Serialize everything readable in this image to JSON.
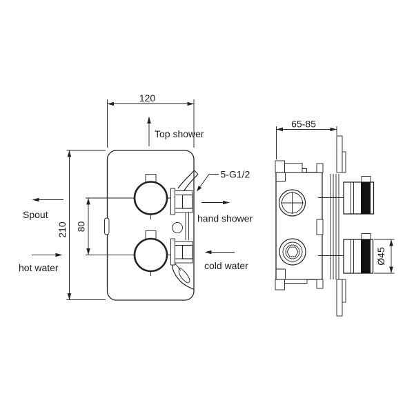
{
  "colors": {
    "line": "#222222",
    "handle_band": "#111111",
    "background": "#ffffff"
  },
  "front_view": {
    "dim_width": "120",
    "dim_height": "210",
    "dim_handle_spacing": "80",
    "label_top_shower": "Top shower",
    "label_spout": "Spout",
    "label_hot_water": "hot water",
    "label_hand_shower": "hand shower",
    "label_cold_water": "cold water",
    "label_thread": "5-G1/2"
  },
  "side_view": {
    "dim_depth_range": "65-85",
    "dim_handle_diameter": "Ø45"
  }
}
